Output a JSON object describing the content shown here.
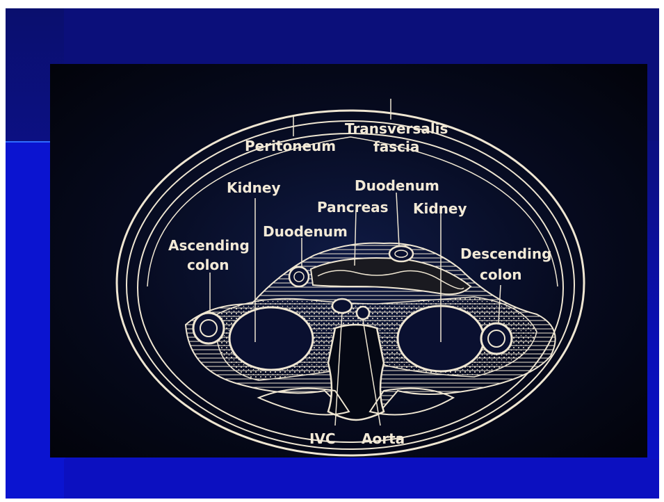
{
  "colors": {
    "slide_bg": "#0a0fb8",
    "photo_bg": "#060a1e",
    "line": "#efe6d2"
  },
  "labels": {
    "transversalis_1": "Transversalis",
    "transversalis_2": "fascia",
    "peritoneum": "Peritoneum",
    "kidney_left": "Kidney",
    "duodenum_top": "Duodenum",
    "pancreas": "Pancreas",
    "kidney_right": "Kidney",
    "duodenum_left": "Duodenum",
    "ascending_1": "Ascending",
    "ascending_2": "colon",
    "descending_1": "Descending",
    "descending_2": "colon",
    "ivc": "IVC",
    "aorta": "Aorta"
  }
}
